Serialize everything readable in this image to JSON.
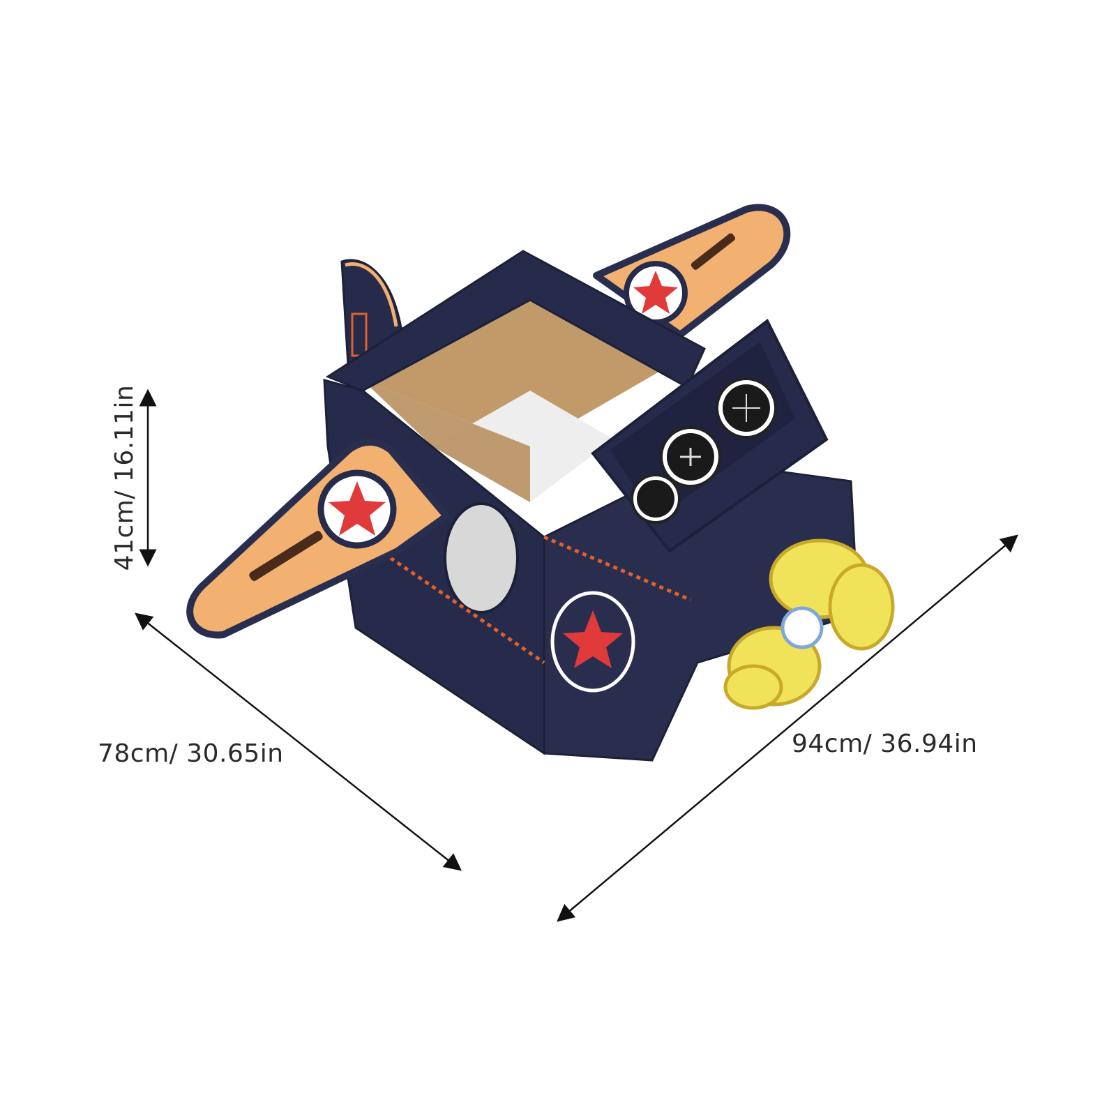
{
  "dimensions": {
    "height": "41cm/ 16.11in",
    "depth": "78cm/ 30.65in",
    "width": "94cm/ 36.94in"
  },
  "colors": {
    "body": "#272b4b",
    "body_dark": "#1c2038",
    "wing": "#f2b170",
    "wing_border": "#2a2e4e",
    "star": "#e03a3a",
    "propeller": "#f0e35a",
    "propeller_edge": "#c9a92a",
    "cardboard": "#c29a6a",
    "trim": "#e0612a",
    "gauge_face": "#ffffff"
  }
}
